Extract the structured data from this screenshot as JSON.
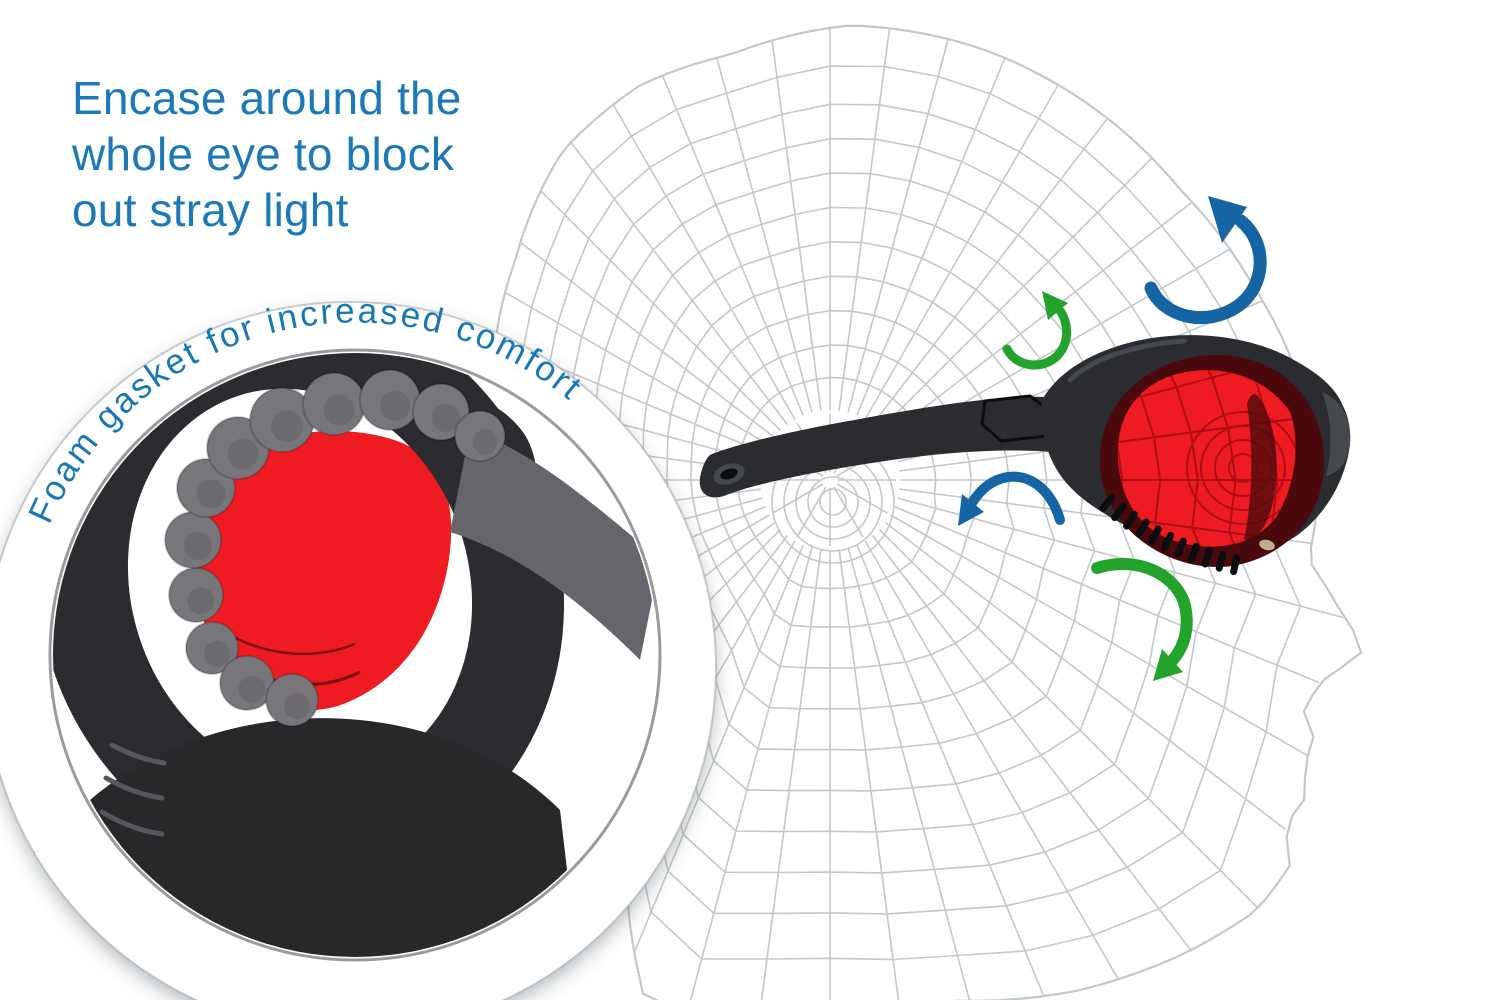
{
  "headline": {
    "text": "Encase around the whole eye to block out stray light",
    "lines": [
      "Encase around the",
      "whole eye to block",
      "out stray light"
    ]
  },
  "inset": {
    "caption": "Foam gasket for increased comfort"
  },
  "arrows": [
    {
      "name": "large-blue-curved-arrow",
      "direction": "curving-up",
      "color_key": "arrow_blue"
    },
    {
      "name": "small-green-curved-arrow",
      "direction": "curving-up",
      "color_key": "arrow_green"
    },
    {
      "name": "small-blue-curved-arrow",
      "direction": "curving-down-left",
      "color_key": "arrow_blue"
    },
    {
      "name": "large-green-curved-arrow",
      "direction": "curving-down",
      "color_key": "arrow_green"
    }
  ],
  "colors": {
    "headline_blue": "#1B79B8",
    "caption_blue": "#1878B6",
    "arrow_blue": "#1565A4",
    "arrow_green": "#23A32C",
    "wireframe_gray": "#C4C8C8",
    "frame_dark": "#2A2C2F",
    "frame_deep": "#0C0D0E",
    "frame_highlight": "#45484D",
    "lens_red": "#EE1B22",
    "lens_dark_red": "#4A090C",
    "lens_shadow": "rgba(74,9,12,0.78)",
    "lens_mesh_red": "#AE0E15",
    "lens_streak": "#7D0D12",
    "foam_gray": "#77777B",
    "foam_shade": "#5E5E62",
    "ring_gray": "#9B9B9B",
    "temple_gray": "#64666B",
    "ridge_gray": "#55575A",
    "inset_bottom": "#26282A",
    "hinge_beige": "#BFAE8E"
  }
}
